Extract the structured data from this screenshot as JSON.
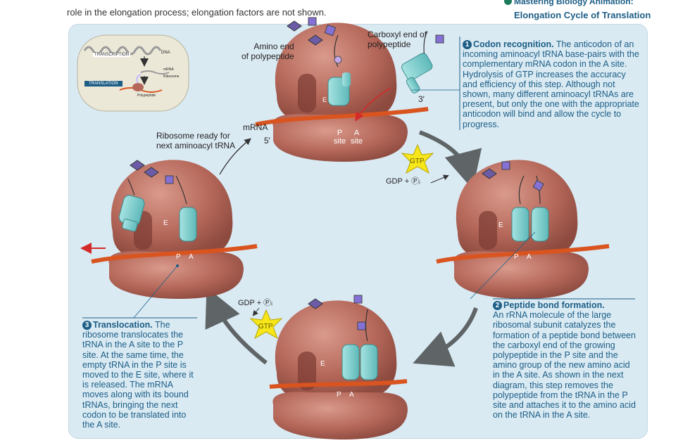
{
  "header": {
    "intro_line": "role in the elongation process; elongation factors are not shown.",
    "resource_label": "Mastering Biology Animation:",
    "resource_title": "Elongation Cycle of Translation"
  },
  "inset": {
    "dna": "DNA",
    "transcription": "TRANSCRIPTION",
    "mrna": "mRNA",
    "ribosome": "Ribosome",
    "translation": "TRANSLATION",
    "polypeptide": "Polypeptide"
  },
  "labels": {
    "amino_end_1": "Amino end",
    "amino_end_2": "of polypeptide",
    "carboxyl_end_1": "Carboxyl end of",
    "carboxyl_end_2": "polypeptide",
    "mrna": "mRNA",
    "five_prime": "5′",
    "three_prime": "3′",
    "ready_1": "Ribosome ready for",
    "ready_2": "next aminoacyl tRNA",
    "gdp_pi": "GDP + Ⓟᵢ",
    "gtp": "GTP",
    "site_e": "E",
    "site_p": "P",
    "site_a": "A",
    "site_word_p": "site",
    "site_word_a": "site"
  },
  "steps": [
    {
      "number": "1",
      "title": "Codon recognition.",
      "text": "The anticodon of an incoming aminoacyl tRNA base-pairs with the complementary mRNA codon in the A site. Hydrolysis of GTP increases the accuracy and efficiency of this step. Although not shown, many different aminoacyl tRNAs are present, but only the one with the appropriate anticodon will bind and allow the cycle to progress."
    },
    {
      "number": "2",
      "title": "Peptide bond formation.",
      "text": "An rRNA molecule of the large ribosomal subunit catalyzes the formation of a peptide bond between the carboxyl end of the growing polypeptide in the P site and the amino group of the new amino acid in the A site. As shown in the next diagram, this step removes the polypeptide from the tRNA in the P site and attaches it to the amino acid on the tRNA in the A site."
    },
    {
      "number": "3",
      "title": "Translocation.",
      "text": "The ribosome translocates the tRNA in the A site to the P site. At the same time, the empty tRNA in the P site is moved to the E site, where it is released. The mRNA moves along with its bound tRNAs, bringing the next codon to be translated into the A site."
    }
  ],
  "colors": {
    "panel": "#d9eaf3",
    "ribosome": "#b5685a",
    "trna": "#7fcfcf",
    "mrna": "#d9541f",
    "callout": "#1d5e86",
    "gtp": "#f6e61a"
  }
}
